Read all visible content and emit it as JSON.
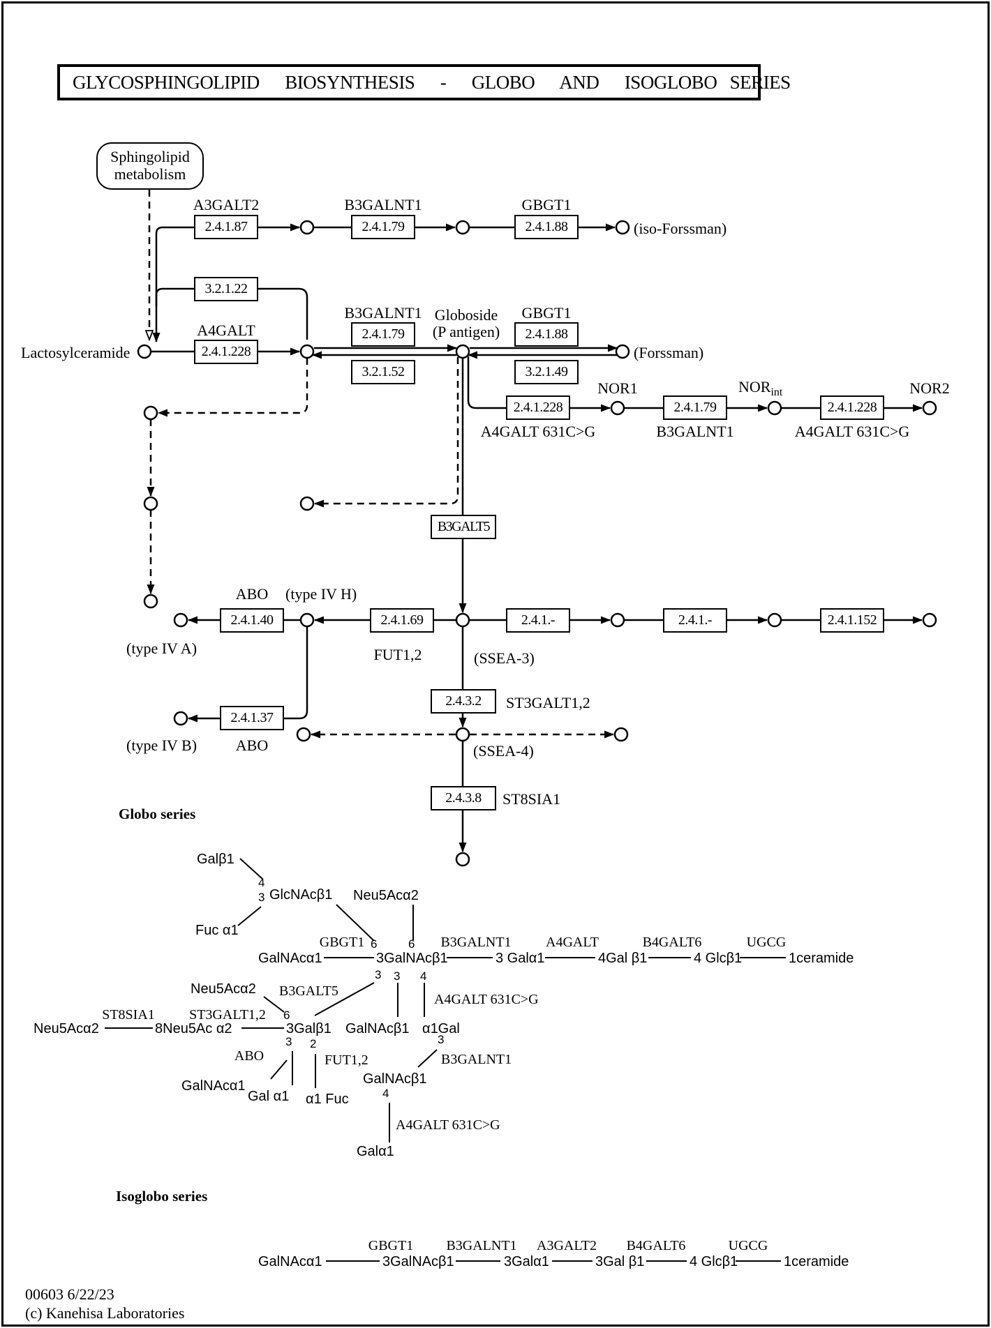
{
  "title": "GLYCOSPHINGOLIPID  BIOSYNTHESIS  -  GLOBO  AND  ISOGLOBO SERIES",
  "footer": {
    "id_date": "00603 6/22/23",
    "copyright": "(c) Kanehisa Laboratories"
  },
  "sphingolipid_link": {
    "line1": "Sphingolipid",
    "line2": "metabolism"
  },
  "iso_row": {
    "gene1": "A3GALT2",
    "ec1": "2.4.1.87",
    "gene2": "B3GALNT1",
    "ec2": "2.4.1.79",
    "gene3": "GBGT1",
    "ec3": "2.4.1.88",
    "product": "(iso-Forssman)"
  },
  "lac_row": {
    "substrate": "Lactosylceramide",
    "hydrolase_ec": "3.2.1.22",
    "gene1": "A4GALT",
    "ec1": "2.4.1.228",
    "gene2": "B3GALNT1",
    "ec2_fwd": "2.4.1.79",
    "ec2_rev": "3.2.1.52",
    "globoside_line1": "Globoside",
    "globoside_line2": "(P antigen)",
    "gene3": "GBGT1",
    "ec3_fwd": "2.4.1.88",
    "ec3_rev": "3.2.1.49",
    "product": "(Forssman)"
  },
  "nor_row": {
    "ec1": "2.4.1.228",
    "gene1": "A4GALT 631C>G",
    "met1": "NOR1",
    "ec2": "2.4.1.79",
    "gene2": "B3GALNT1",
    "met2_main": "NOR",
    "met2_sub": "int",
    "ec3": "2.4.1.228",
    "gene3": "A4GALT 631C>G",
    "met3": "NOR2"
  },
  "b3galt5_box": "B3GALT5",
  "ssea3_row": {
    "abo_gene": "ABO",
    "abo_ec": "2.4.1.40",
    "typeIVA": "(type IV A)",
    "typeIVH": "(type IV H)",
    "fut_ec": "2.4.1.69",
    "fut_gene": "FUT1,2",
    "ssea3": "(SSEA-3)",
    "ec_r1": "2.4.1.-",
    "ec_r2": "2.4.1.-",
    "ec_r3": "2.4.1.152",
    "abo2_ec": "2.4.1.37",
    "abo2_gene": "ABO",
    "typeIVB": "(type IV B)"
  },
  "ssea4_branch": {
    "ec": "2.4.3.2",
    "gene": "ST3GALT1,2",
    "ssea4": "(SSEA-4)",
    "st8_ec": "2.4.3.8",
    "st8_gene": "ST8SIA1"
  },
  "globo": {
    "heading": "Globo series",
    "galb1": "Galβ1",
    "n4": "4",
    "n3": "3",
    "glcnac": "GlcNAcβ1",
    "fuc": "Fuc α1",
    "neu5ac_top": "Neu5Acα2",
    "gbgt1": "GBGT1",
    "six1": "6",
    "six2": "6",
    "b3galnt1": "B3GALNT1",
    "a4galt": "A4GALT",
    "b4galt6": "B4GALT6",
    "ugcg": "UGCG",
    "chain": [
      "GalNAcα1",
      "3GalNAcβ1",
      "3 Galα1",
      "4Gal β1",
      "4 Glcβ1",
      "1ceramide"
    ],
    "p3a": "3",
    "p3b": "3",
    "p4": "4",
    "a4galt_631_right": "A4GALT 631C>G",
    "neu5ac_mid": "Neu5Acα2",
    "b3galt5": "B3GALT5",
    "st8sia1": "ST8SIA1",
    "st3galt12": "ST3GALT1,2",
    "neu5ac_left": "Neu5Acα2",
    "neu5ac8": "8Neu5Ac α2",
    "six3": "6",
    "galb1_2": "3Galβ1",
    "galnacb1_mid": "GalNAcβ1",
    "a1gal": "α1Gal",
    "p3c": "3",
    "p2": "2",
    "abo": "ABO",
    "galnaca1": "GalNAcα1",
    "gala1": "Gal α1",
    "a1fuc": "α1 Fuc",
    "fut12": "FUT1,2",
    "p3d": "3",
    "b3galnt1_low": "B3GALNT1",
    "galnacb1_low": "GalNAcβ1",
    "p4b": "4",
    "a4galt_631_low": "A4GALT 631C>G",
    "gala1_low": "Galα1"
  },
  "isoglobo": {
    "heading": "Isoglobo series",
    "genes": [
      "GBGT1",
      "B3GALNT1",
      "A3GALT2",
      "B4GALT6",
      "UGCG"
    ],
    "chain": [
      "GalNAcα1",
      "3GalNAcβ1",
      "3Galα1",
      "3Gal β1",
      "4 Glcβ1",
      "1ceramide"
    ]
  }
}
